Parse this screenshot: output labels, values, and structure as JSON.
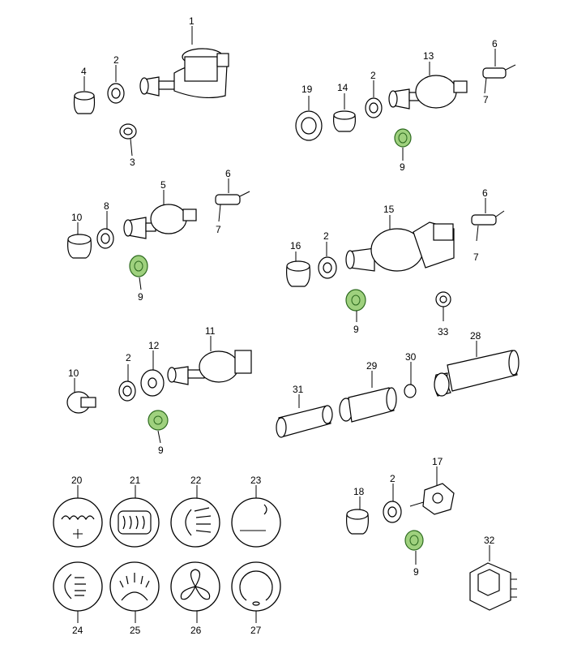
{
  "labels": {
    "l1": "1",
    "l2a": "2",
    "l4": "4",
    "l3": "3",
    "l19": "19",
    "l14": "14",
    "l2b": "2",
    "l13": "13",
    "l6a": "6",
    "l7a": "7",
    "l9a": "9",
    "l10a": "10",
    "l8": "8",
    "l5": "5",
    "l6b": "6",
    "l7b": "7",
    "l9b": "9",
    "l16": "16",
    "l2c": "2",
    "l15": "15",
    "l6c": "6",
    "l7c": "7",
    "l9c": "9",
    "l33": "33",
    "l10b": "10",
    "l2d": "2",
    "l12": "12",
    "l11": "11",
    "l9d": "9",
    "l31": "31",
    "l29": "29",
    "l30": "30",
    "l28": "28",
    "l20": "20",
    "l21": "21",
    "l22": "22",
    "l23": "23",
    "l24": "24",
    "l25": "25",
    "l26": "26",
    "l27": "27",
    "l18": "18",
    "l2e": "2",
    "l17": "17",
    "l9e": "9",
    "l32": "32"
  },
  "colors": {
    "highlight_part": "#9fd17e",
    "line": "#000000"
  }
}
